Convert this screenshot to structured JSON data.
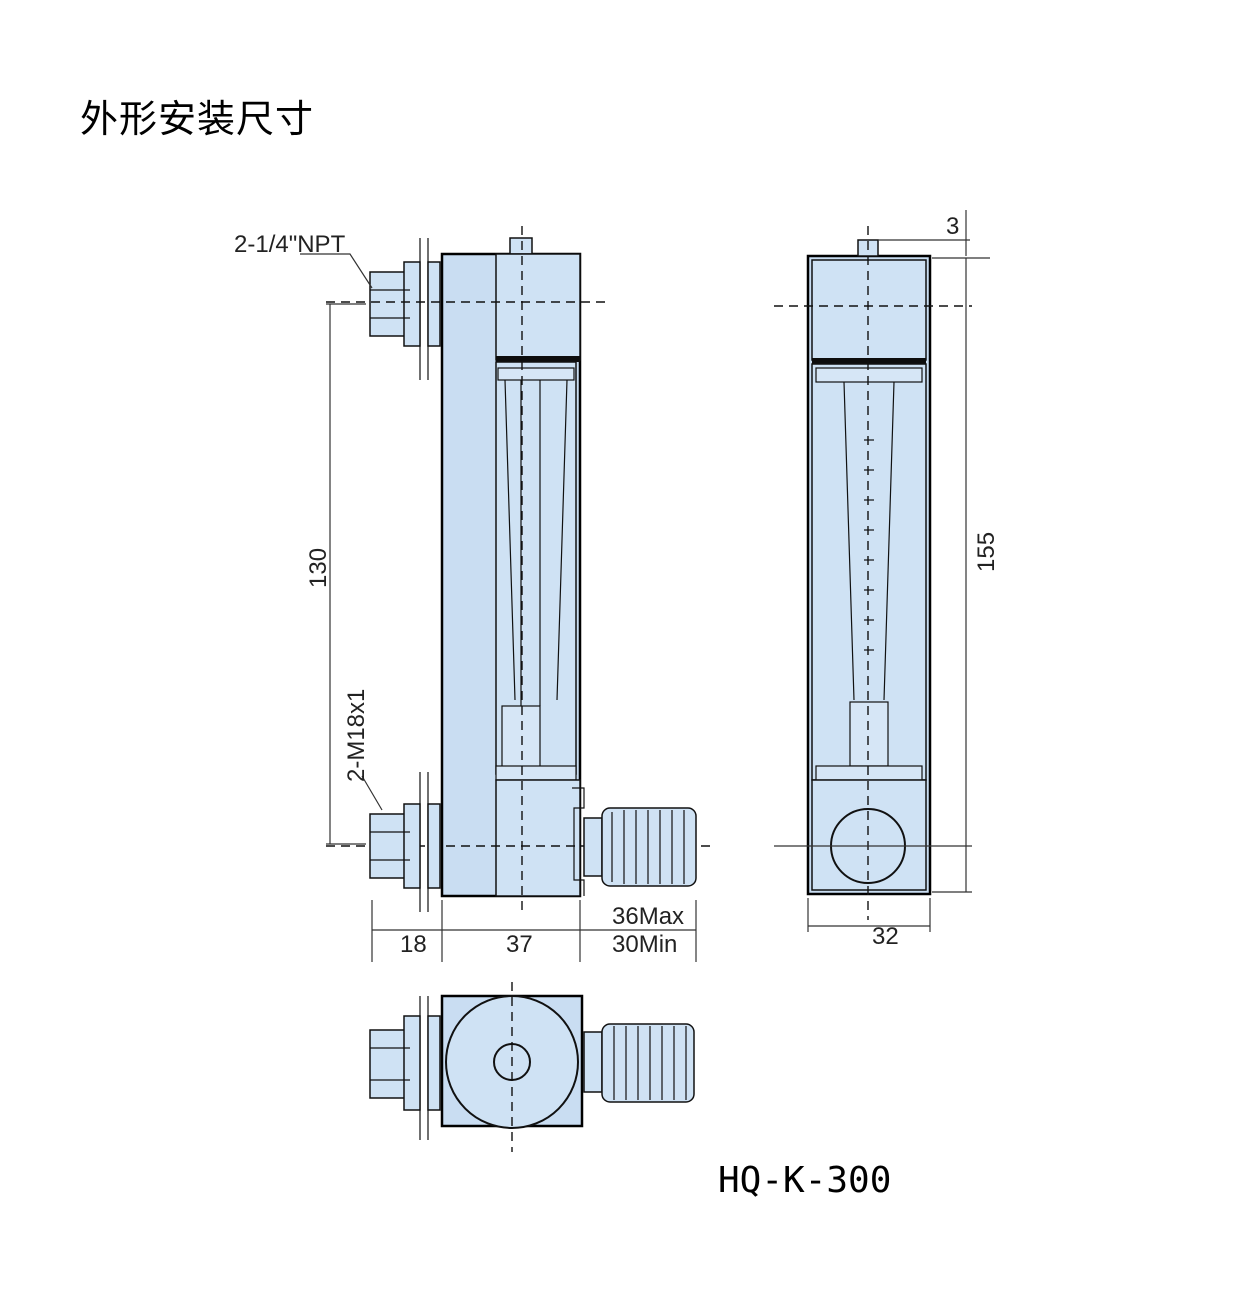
{
  "title": "外形安装尺寸",
  "model": "HQ-K-300",
  "dimensions": {
    "npt": "2-1/4\"NPT",
    "thread": "2-M18x1",
    "height_130": "130",
    "height_155": "155",
    "top_3": "3",
    "width_18": "18",
    "width_37": "37",
    "knob_max": "36Max",
    "knob_min": "30Min",
    "width_32": "32"
  },
  "colors": {
    "body_fill": "#c9ddf2",
    "line": "#000000"
  }
}
